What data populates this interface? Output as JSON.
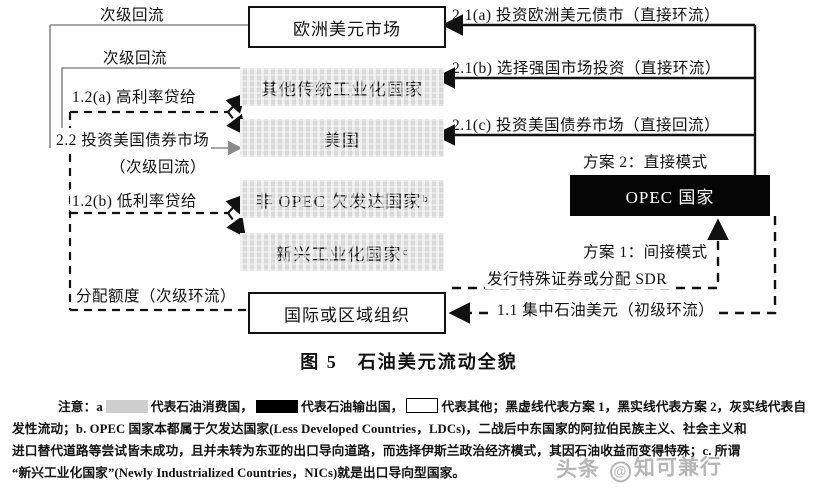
{
  "figure": {
    "caption_number": "图 5",
    "caption_title": "石油美元流动全貌"
  },
  "nodes": {
    "euro_dollar_market": "欧洲美元市场",
    "other_traditional_industrial": "其他传统工业化国家",
    "united_states": "美国",
    "non_opec_ldc": "非 OPEC 欠发达国家",
    "non_opec_ldc_sup": "b",
    "newly_industrialized": "新兴工业化国家",
    "newly_industrialized_sup": "c",
    "international_regional_org": "国际或区域组织",
    "opec_countries": "OPEC 国家"
  },
  "labels": {
    "secondary_reflux_1": "次级回流",
    "secondary_reflux_2": "次级回流",
    "high_rate_lending": "1.2(a)  高利率贷给",
    "invest_us_bond_market": "2.2  投资美国债券市场",
    "secondary_reflux_paren": "（次级回流）",
    "low_rate_lending": "1.2(b)  低利率贷给",
    "allocate_quota": "分配额度（次级环流）",
    "invest_euro_dollar_bond": "2.1(a)  投资欧洲美元债市（直接环流）",
    "choose_strong_market": "2.1(b)  选择强国市场投资（直接环流）",
    "invest_us_bond": "2.1(c)  投资美国债券市场（直接回流）",
    "plan2_direct_mode": "方案 2：直接模式",
    "plan1_indirect_mode": "方案 1：间接模式",
    "issue_special_securities": "发行特殊证券或分配 SDR",
    "concentrate_petrodollar": "1.1  集中石油美元（初级环流）"
  },
  "notes": {
    "line1_a": "注意：a",
    "line1_b": "代表石油消费国，",
    "line1_c": "代表石油输出国，",
    "line1_d": "代表其他；黑虚线代表方案 1，黑实线代表方案 2，灰实线代表自",
    "line2": "发性流动；b. OPEC 国家本都属于欠发达国家(Less Developed Countries，LDCs)，二战后中东国家的阿拉伯民族主义、社会主义和",
    "line3": "进口替代道路等尝试皆未成功，且并未转为东亚的出口导向道路，而选择伊斯兰政治经济模式，其因石油收益而变得特殊；c. 所谓",
    "line4": "“新兴工业化国家”(Newly Industrialized Countries，NICs)就是出口导向型国家。"
  },
  "watermark": {
    "prefix": "头条",
    "at": "@",
    "name": "知可兼行"
  },
  "colors": {
    "gray_node": "#d9d9d9",
    "black_node": "#050505",
    "stroke": "#111111",
    "gray_stroke": "#8a8a8a"
  }
}
